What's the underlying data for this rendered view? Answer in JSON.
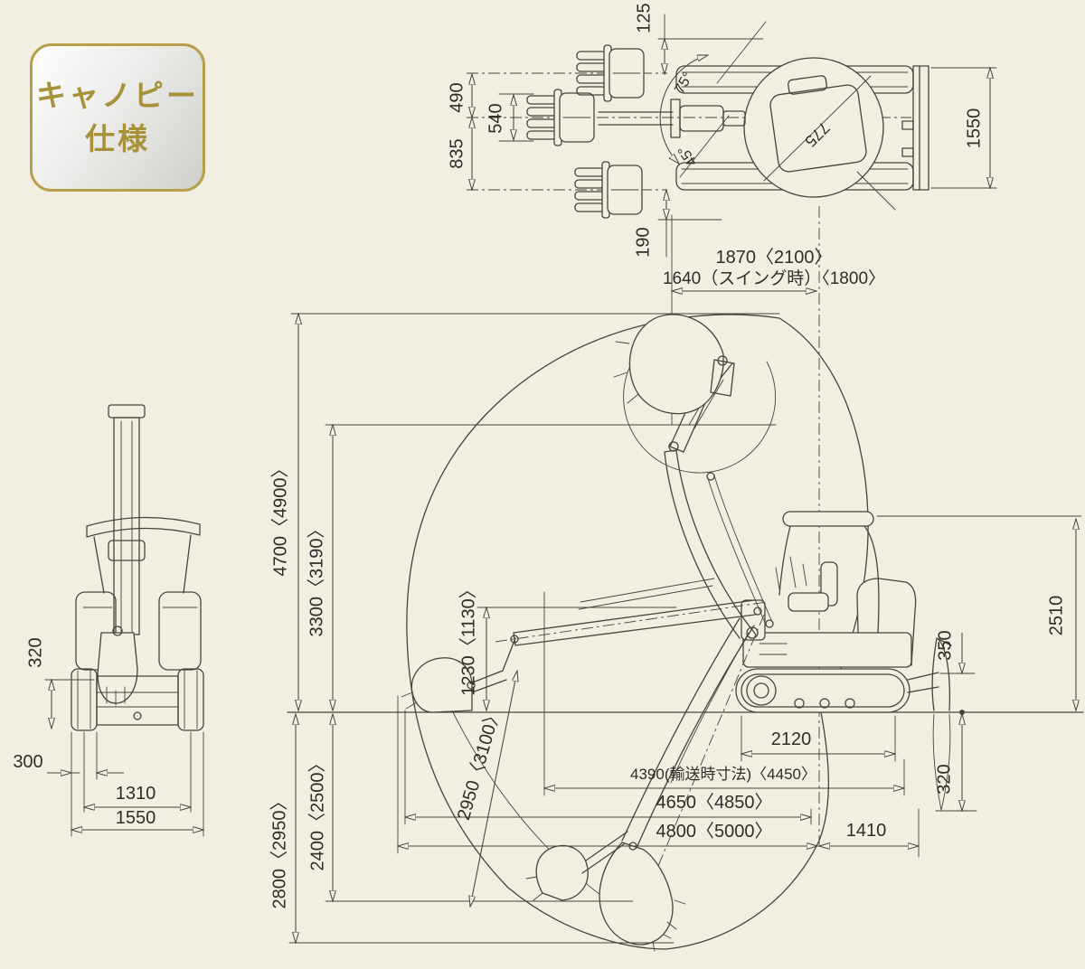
{
  "badge": {
    "line1": "キャノピー",
    "line2": "仕様"
  },
  "colors": {
    "background": "#f2eee2",
    "line": "#45443f",
    "text": "#2e2d29",
    "badge_border": "#b6a04b",
    "badge_text": "#a7923a"
  },
  "top_view": {
    "offset_top": "125",
    "swing_up_offset": "490",
    "bucket_width": "540",
    "swing_down_offset": "835",
    "offset_bottom": "190",
    "swing_angle_up": "75°",
    "swing_angle_down": "45°",
    "tail_swing_radius": "775",
    "overall_width": "1550"
  },
  "overall": {
    "width_line1": "1870〈2100〉",
    "width_line2": "1640（スイング時）〈1800〉"
  },
  "front_view": {
    "ground_clearance": "320",
    "shoe_width": "300",
    "tread": "1310",
    "overall_width": "1550"
  },
  "side_view": {
    "max_digging_height": "4700〈4900〉",
    "max_dumping_height": "3300〈3190〉",
    "min_dumping_height": "1230〈1130〉",
    "max_vertical_digging_depth": "2950〈3100〉",
    "max_digging_depth": "2800〈2950〉",
    "flat_bottom_depth": "2400〈2500〉",
    "overall_height": "2510",
    "blade_raise": "350",
    "blade_drop": "320",
    "crawler_length": "2120",
    "transport_length": "4390(輸送時寸法)〈4450〉",
    "digging_reach_ground": "4650〈4850〉",
    "max_digging_reach": "4800〈5000〉",
    "rear_distance": "1410"
  }
}
